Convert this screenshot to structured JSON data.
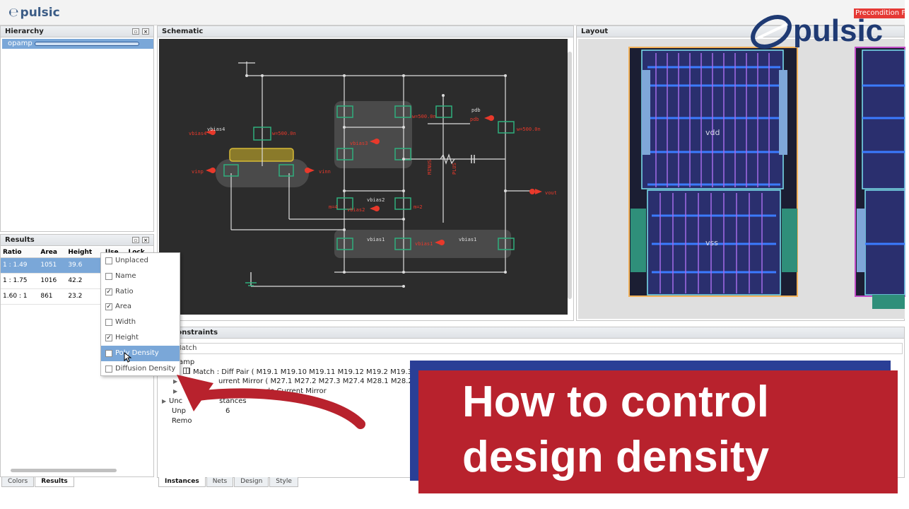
{
  "app": {
    "logo_text": "pulsic",
    "precondition_label": "Precondition Fa"
  },
  "panels": {
    "hierarchy": {
      "title": "Hierarchy",
      "row": "opamp"
    },
    "schematic": {
      "title": "Schematic"
    },
    "layout": {
      "title": "Layout"
    },
    "results": {
      "title": "Results"
    },
    "constraints": {
      "title": "Constraints",
      "search_placeholder": "Match"
    }
  },
  "results_table": {
    "columns": [
      "Ratio",
      "Area",
      "Height",
      "Use",
      "Lock"
    ],
    "rows": [
      {
        "ratio": "1 : 1.49",
        "area": "1051",
        "height": "39.6"
      },
      {
        "ratio": "1 : 1.75",
        "area": "1016",
        "height": "42.2"
      },
      {
        "ratio": "1.60 : 1",
        "area": "861",
        "height": "23.2"
      }
    ]
  },
  "context_menu": [
    {
      "label": "Unplaced",
      "checked": false
    },
    {
      "label": "Name",
      "checked": false
    },
    {
      "label": "Ratio",
      "checked": true
    },
    {
      "label": "Area",
      "checked": true
    },
    {
      "label": "Width",
      "checked": false
    },
    {
      "label": "Height",
      "checked": true
    },
    {
      "label": "Poly Density",
      "checked": false,
      "highlighted": true
    },
    {
      "label": "Diffusion Density",
      "checked": false
    }
  ],
  "constraints_tree": {
    "root": "amp",
    "match_diff_pair": "Match : Diff Pair ( M19.1 M19.10 M19.11 M19.12 M19.2 M19.3 M1",
    "current_mirror": "urrent Mirror ( M27.1 M27.2 M27.3 M27.4 M28.1 M28.2",
    "cascode": "scode Current Mirror",
    "unconstrained": "Unc",
    "unconstrained_suffix": "stances",
    "unplaced": "Unp",
    "unplaced_suffix": "6",
    "removed": "Remo"
  },
  "left_tabs": [
    "Colors",
    "Results"
  ],
  "bottom_tabs": [
    "Instances",
    "Nets",
    "Design",
    "Style"
  ],
  "schematic_labels": {
    "vbias4": "vbias4",
    "vinp": "vinp",
    "vinn": "vinn",
    "vbias3": "vbias3",
    "vbias2": "vbias2",
    "vbias1": "vbias1",
    "pdb": "pdb",
    "vout": "vout",
    "minus": "MINUS",
    "plus": "PLUS",
    "w500": "w=500.0n",
    "m4": "m=4",
    "m2": "m=2"
  },
  "layout_labels": {
    "vdd": "vdd",
    "vss": "vss"
  },
  "overlay": {
    "line1": "How to control",
    "line2": "design density",
    "brand": "pulsic"
  },
  "colors": {
    "overlay_red": "#b8222d",
    "overlay_blue": "#2a3f96",
    "brand_navy": "#1f3a73",
    "selection_blue": "#7aa7d8",
    "schematic_bg": "#2c2c2c",
    "wire": "#dcdcdc",
    "device": "#2fae7d",
    "pin": "#e8392b"
  }
}
